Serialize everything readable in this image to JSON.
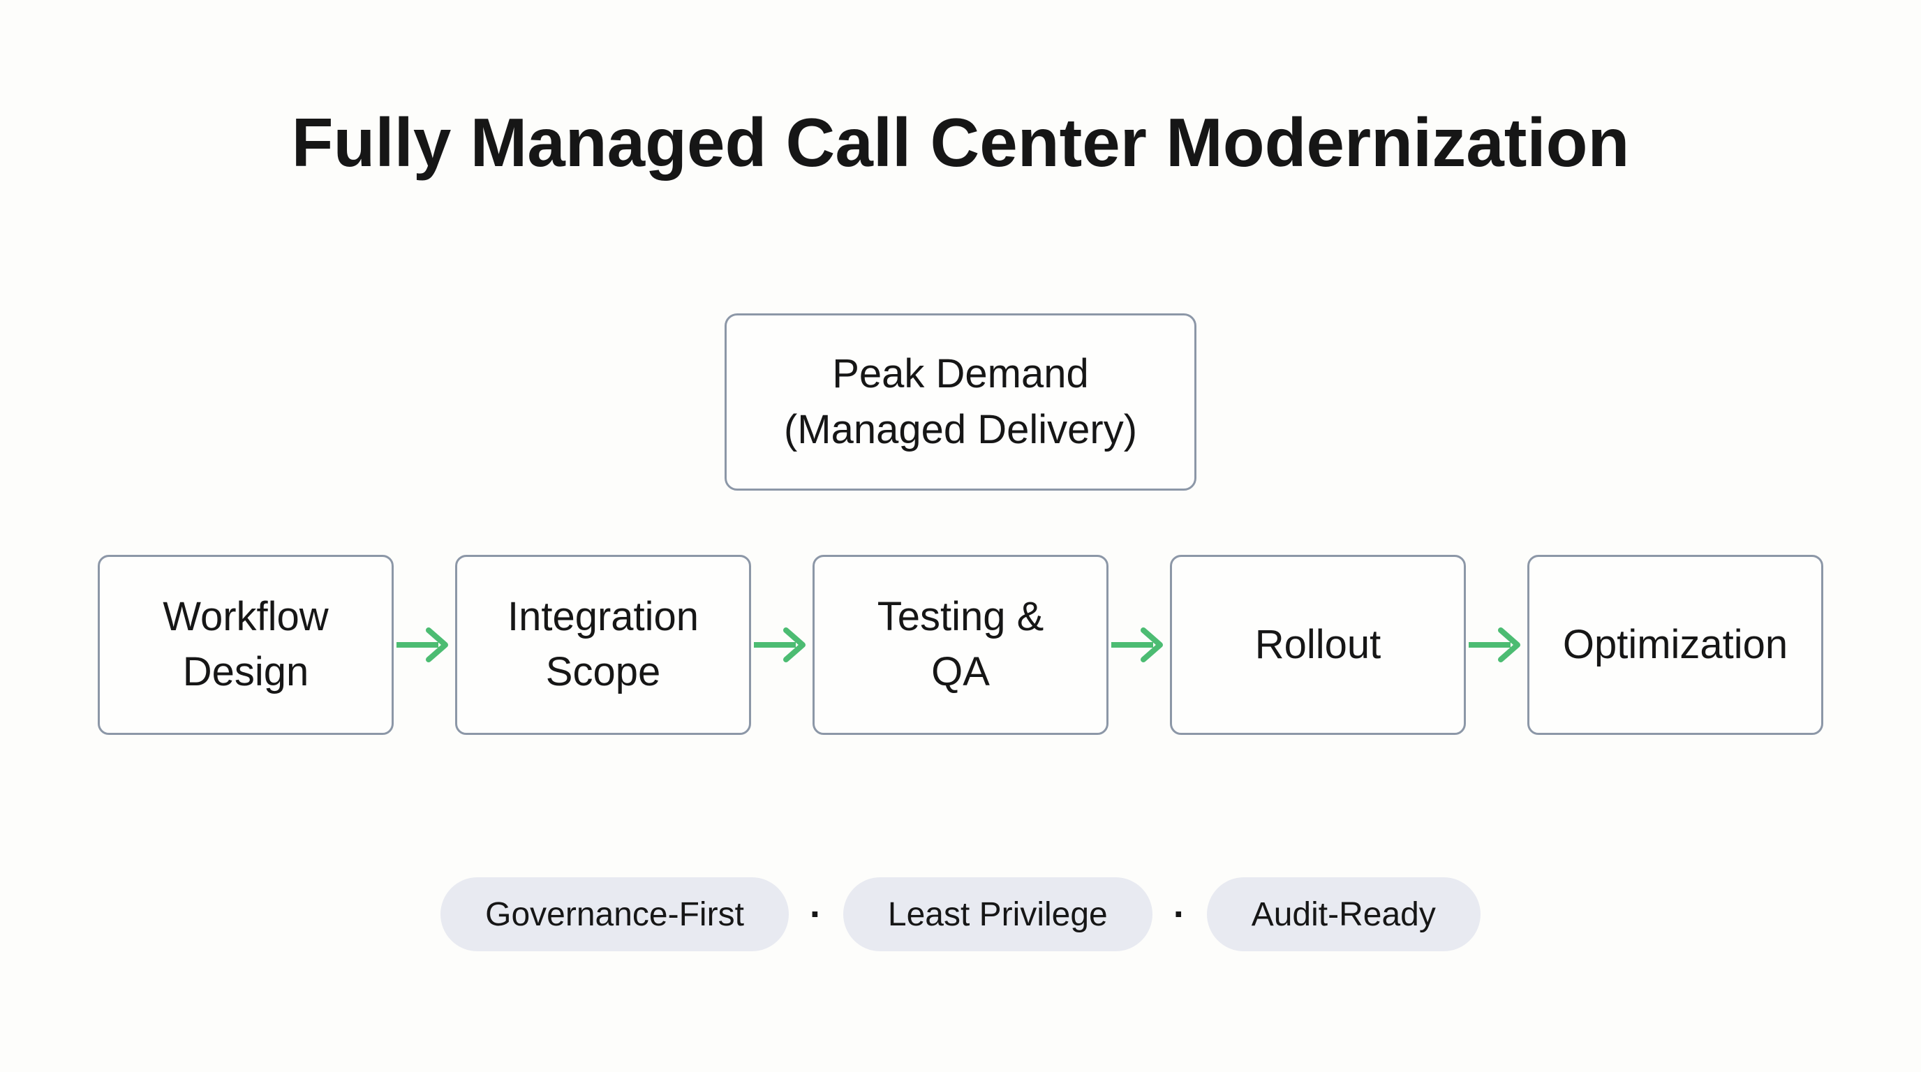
{
  "page": {
    "title": "Fully Managed Call Center Modernization"
  },
  "highlight_box": {
    "label": "Peak Demand\n(Managed Delivery)"
  },
  "flow": {
    "steps": [
      {
        "label": "Workflow\nDesign"
      },
      {
        "label": "Integration\nScope"
      },
      {
        "label": "Testing &\nQA"
      },
      {
        "label": "Rollout"
      },
      {
        "label": "Optimization"
      }
    ]
  },
  "badges": {
    "items": [
      "Governance-First",
      "Least Privilege",
      "Audit-Ready"
    ],
    "separator": "·"
  },
  "colors": {
    "page-bg": "#fdfdfb",
    "box-bg": "#fefefd",
    "border-gray": "#8c97a7",
    "accent-green": "#4cbc72",
    "badge-bg": "#e8eaf1",
    "text-dark": "#161616"
  }
}
